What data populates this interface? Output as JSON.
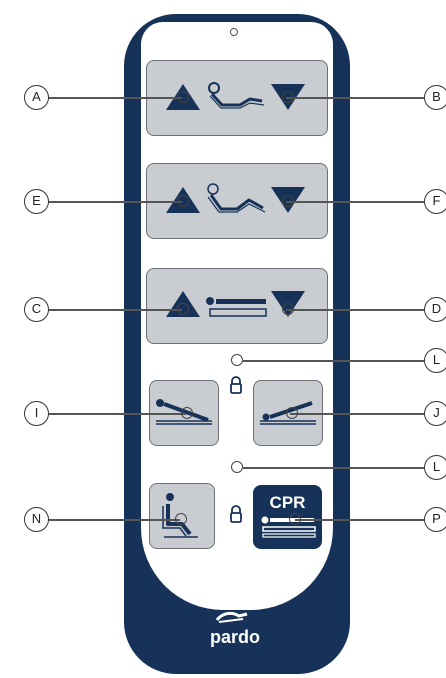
{
  "labels": {
    "A": "A",
    "B": "B",
    "E": "E",
    "F": "F",
    "C": "C",
    "D": "D",
    "L1": "L",
    "L2": "L",
    "I": "I",
    "J": "J",
    "N": "N",
    "P": "P"
  },
  "buttons": {
    "cpr_label": "CPR"
  },
  "brand": {
    "logo_text": "pardo"
  },
  "colors": {
    "remote_body": "#163258",
    "button_face": "#c9ccd0",
    "accent": "#163258"
  },
  "icons": [
    "backrest-icon",
    "legrest-icon",
    "bed-height-icon",
    "trendelenburg-icon",
    "reverse-trendelenburg-icon",
    "chair-position-icon",
    "cpr-icon",
    "lock-icon"
  ]
}
